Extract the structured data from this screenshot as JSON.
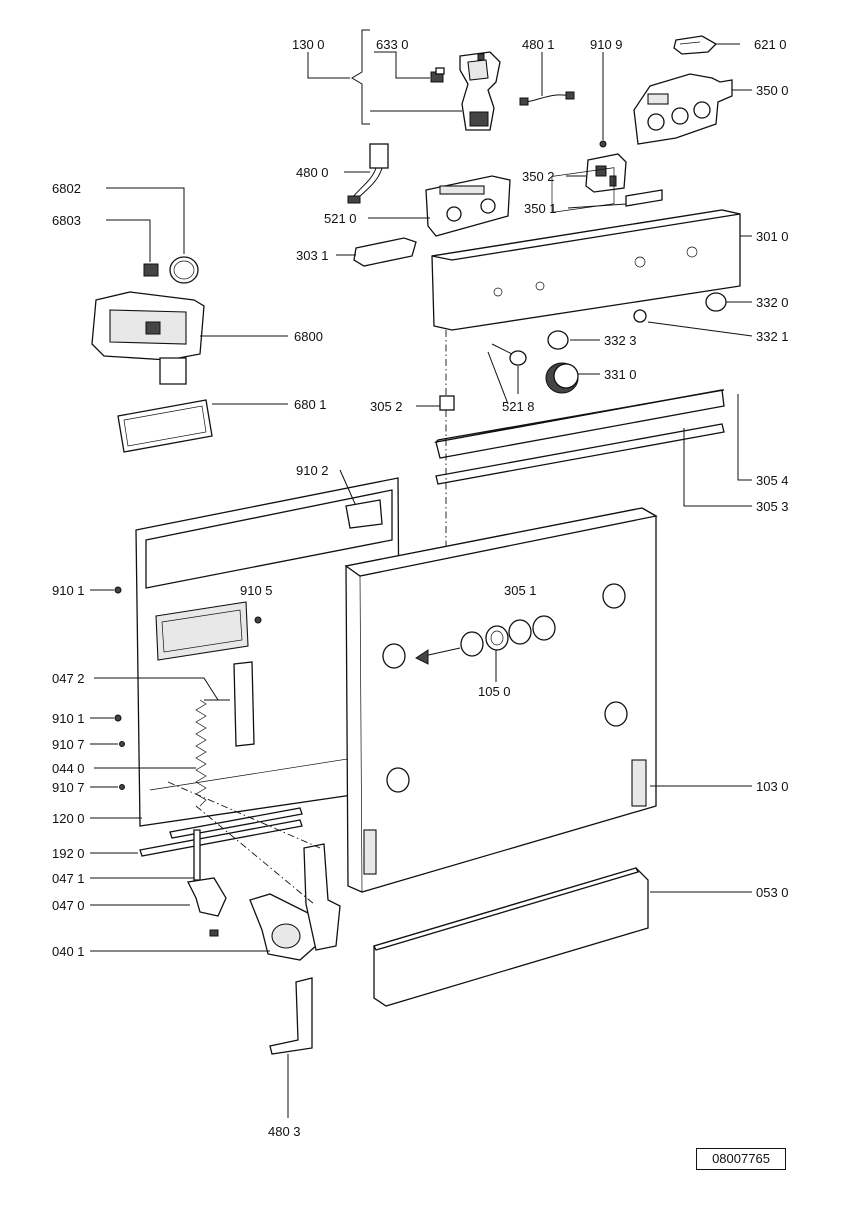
{
  "labels": {
    "l1300": "130 0",
    "l6330": "633 0",
    "l4801": "480 1",
    "l9109": "910 9",
    "l6210": "621 0",
    "l3500": "350 0",
    "l4800": "480 0",
    "l3502": "350 2",
    "l6802": "6802",
    "l6803": "6803",
    "l5210": "521 0",
    "l3501": "350 1",
    "l3010": "301 0",
    "l3031": "303 1",
    "l3320": "332 0",
    "l6800": "6800",
    "l3321": "332 1",
    "l3323": "332 3",
    "l3310": "331 0",
    "l6801": "680 1",
    "l3052": "305 2",
    "l5218": "521 8",
    "l3054": "305 4",
    "l3053": "305 3",
    "l9102": "910 2",
    "l9101a": "910 1",
    "l9105": "910 5",
    "l3051": "305 1",
    "l0472": "047 2",
    "l1050": "105 0",
    "l9101b": "910 1",
    "l9107a": "910 7",
    "l0440": "044 0",
    "l9107b": "910 7",
    "l1030": "103 0",
    "l1200": "120 0",
    "l1920": "192 0",
    "l0471": "047 1",
    "l0470": "047 0",
    "l0530": "053 0",
    "l0401": "040 1",
    "l4803": "480 3"
  },
  "document_number": "08007765"
}
